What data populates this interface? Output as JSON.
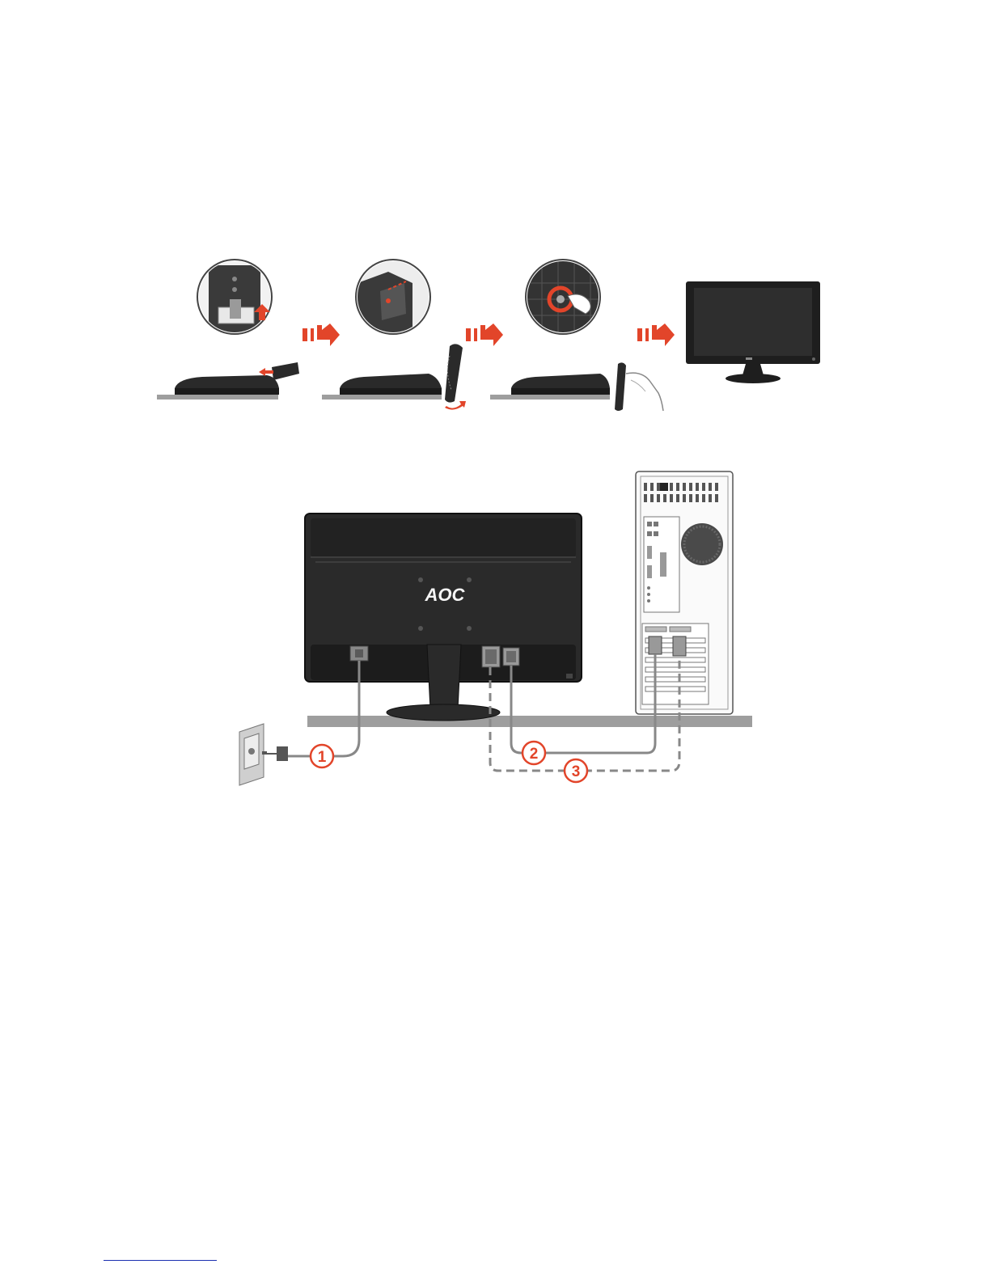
{
  "monitor_brand": "AOC",
  "callouts": [
    "1",
    "2",
    "3"
  ],
  "colors": {
    "accent": "#e2452a",
    "device": "#2a2a2a",
    "shelf": "#9e9e9e",
    "outline": "#555555"
  },
  "icons": [
    "arrow-right-icon",
    "arrow-right-icon",
    "arrow-right-icon"
  ]
}
